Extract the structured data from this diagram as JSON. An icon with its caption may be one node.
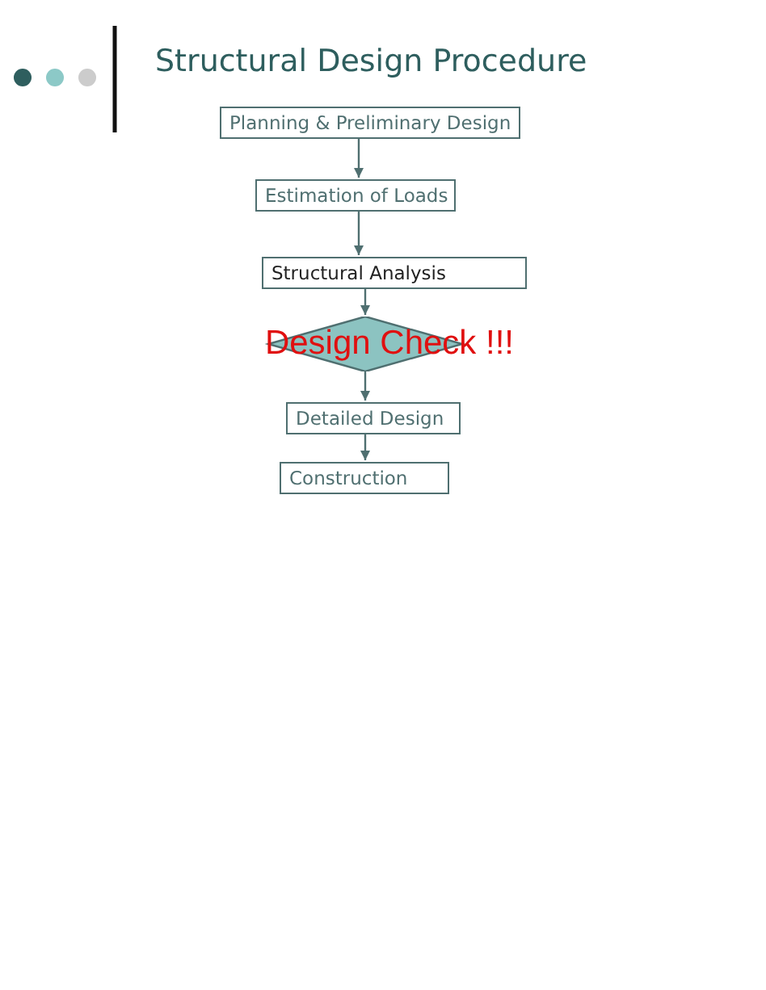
{
  "diagram": {
    "title": "Structural Design Procedure",
    "nodes": [
      {
        "text": [
          "Planning & Preliminary Design"
        ]
      },
      {
        "text": [
          "Estimation of Loads"
        ]
      },
      {
        "text": [
          "Structural Analysis"
        ]
      },
      {
        "text": [
          "Design Check !!!"
        ]
      },
      {
        "text": [
          "Detailed Design"
        ]
      },
      {
        "text": [
          "Construction"
        ]
      }
    ],
    "edges": [
      {
        "from": 0,
        "to": 1,
        "arrow": "to"
      },
      {
        "from": 1,
        "to": 2,
        "arrow": "to"
      },
      {
        "from": 2,
        "to": 3,
        "arrow": "to"
      },
      {
        "from": 3,
        "to": 4,
        "arrow": "to"
      },
      {
        "from": 4,
        "to": 5,
        "arrow": "to"
      }
    ]
  }
}
